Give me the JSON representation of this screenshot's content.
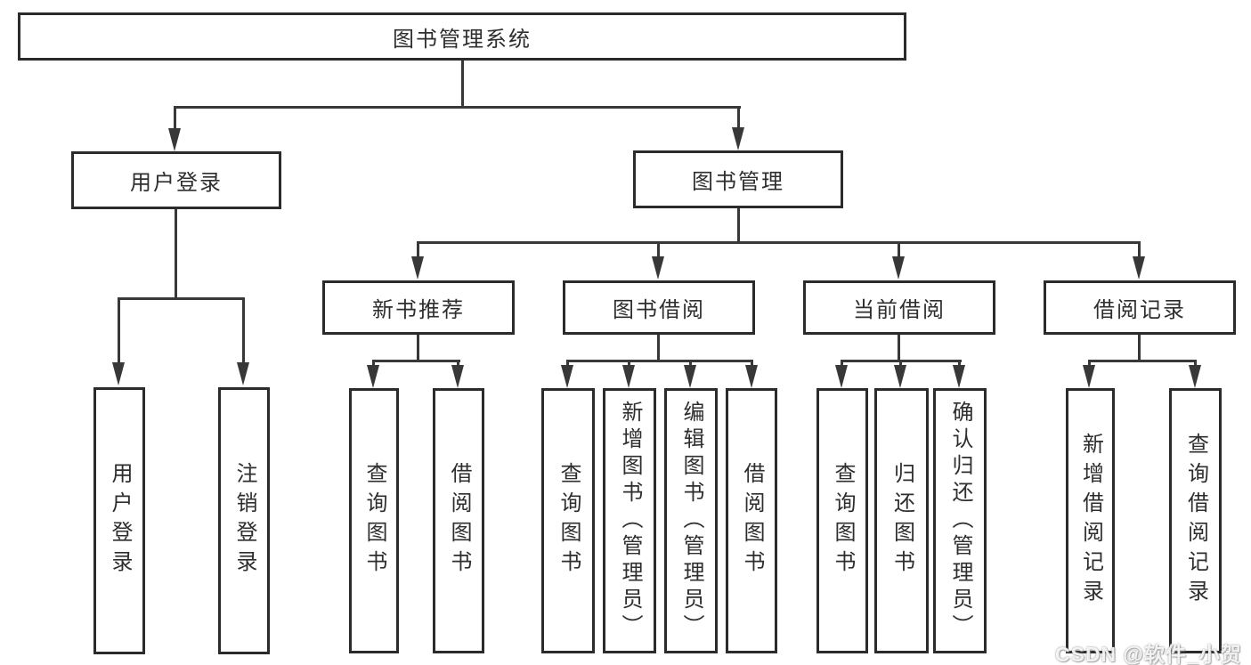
{
  "diagram": {
    "root": {
      "label": "图书管理系统"
    },
    "branches": [
      {
        "label": "用户登录",
        "children": [
          {
            "label": "用户登录"
          },
          {
            "label": "注销登录"
          }
        ]
      },
      {
        "label": "图书管理",
        "children": [
          {
            "label": "新书推荐",
            "children": [
              {
                "label": "查询图书"
              },
              {
                "label": "借阅图书"
              }
            ]
          },
          {
            "label": "图书借阅",
            "children": [
              {
                "label": "查询图书"
              },
              {
                "label": "新增图书（管理员）"
              },
              {
                "label": "编辑图书（管理员）"
              },
              {
                "label": "借阅图书"
              }
            ]
          },
          {
            "label": "当前借阅",
            "children": [
              {
                "label": "查询图书"
              },
              {
                "label": "归还图书"
              },
              {
                "label": "确认归还（管理员）"
              }
            ]
          },
          {
            "label": "借阅记录",
            "children": [
              {
                "label": "新增借阅记录"
              },
              {
                "label": "查询借阅记录"
              }
            ]
          }
        ]
      }
    ]
  },
  "watermark": {
    "text": "CSDN @软件_小贺同学"
  },
  "colors": {
    "line": "#383838",
    "border": "#2b2b2b",
    "text": "#2e2e2e",
    "bg": "#ffffff"
  }
}
